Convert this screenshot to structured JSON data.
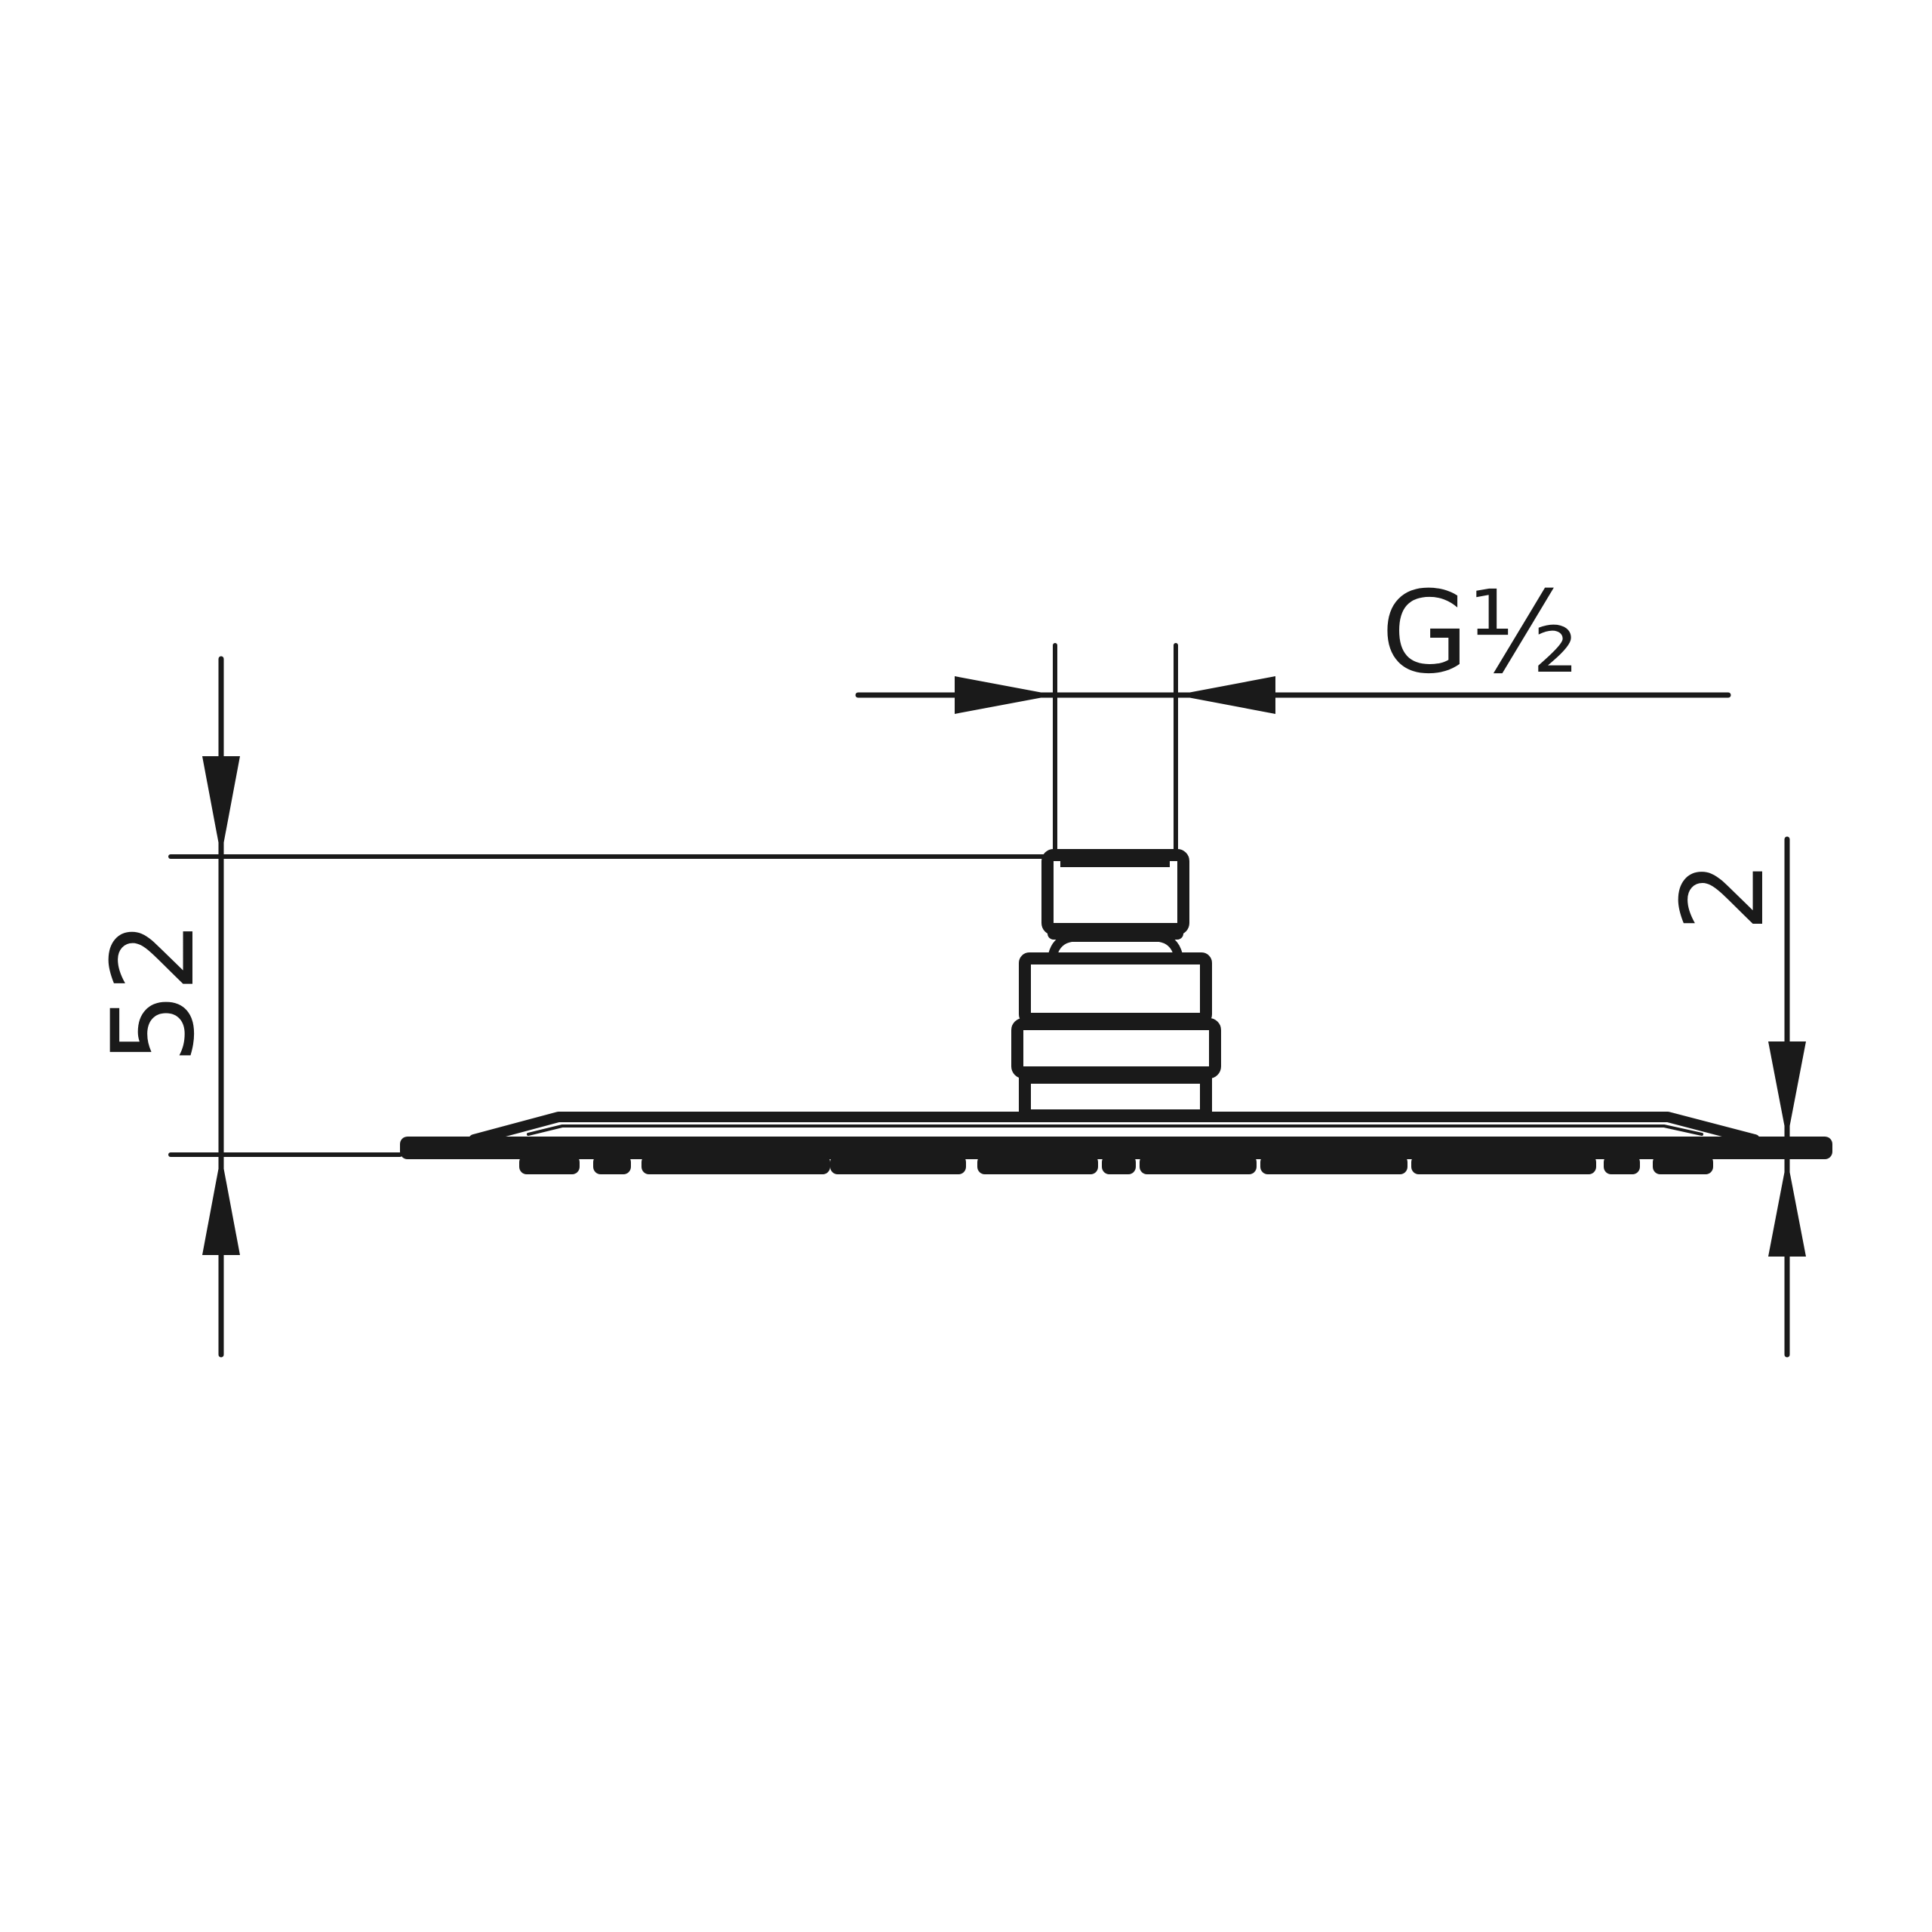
{
  "drawing": {
    "type": "technical-dimension-drawing",
    "subject": "shower head side view",
    "line_color": "#1a1a1a",
    "background": "#ffffff"
  },
  "dimensions": {
    "thread": {
      "label": "G½",
      "description": "connection thread size"
    },
    "height": {
      "label": "52",
      "description": "overall height from plate to connector top"
    },
    "plate_thickness": {
      "label": "2",
      "description": "plate edge thickness"
    }
  }
}
